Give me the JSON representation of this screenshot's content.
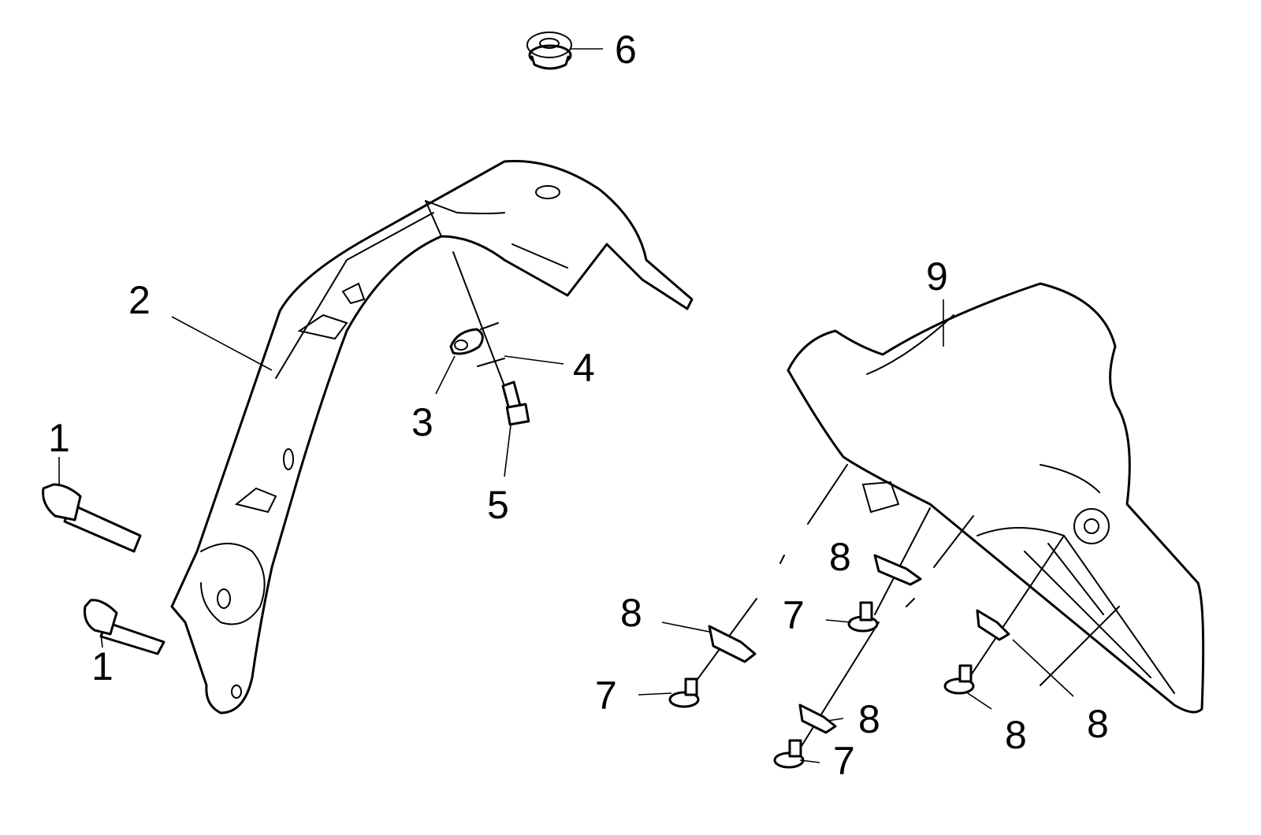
{
  "diagram": {
    "callouts": [
      {
        "id": "6",
        "text": "6"
      },
      {
        "id": "2",
        "text": "2"
      },
      {
        "id": "9",
        "text": "9"
      },
      {
        "id": "4",
        "text": "4"
      },
      {
        "id": "3",
        "text": "3"
      },
      {
        "id": "1a",
        "text": "1"
      },
      {
        "id": "5",
        "text": "5"
      },
      {
        "id": "1b",
        "text": "1"
      },
      {
        "id": "8a",
        "text": "8"
      },
      {
        "id": "8b",
        "text": "8"
      },
      {
        "id": "7a",
        "text": "7"
      },
      {
        "id": "7b",
        "text": "7"
      },
      {
        "id": "8c",
        "text": "8"
      },
      {
        "id": "8d",
        "text": "8"
      },
      {
        "id": "8e",
        "text": "8"
      },
      {
        "id": "7c",
        "text": "7"
      }
    ]
  }
}
